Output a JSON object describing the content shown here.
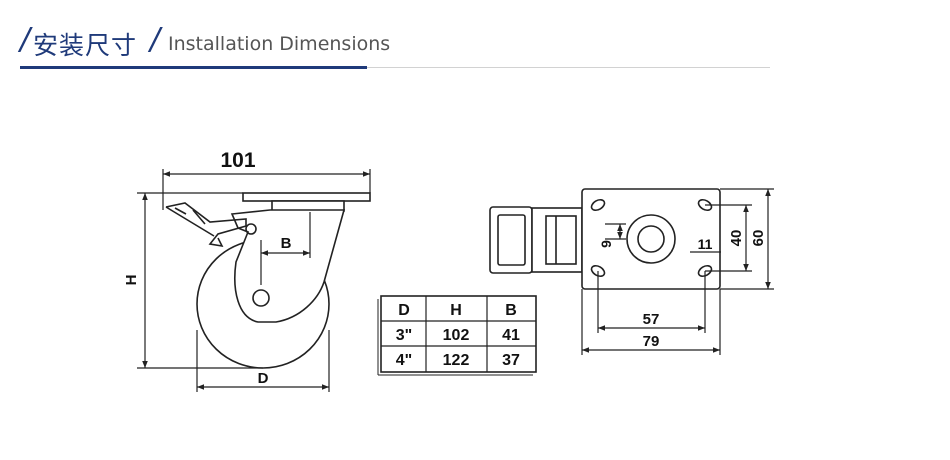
{
  "header": {
    "title_cn": "安装尺寸",
    "title_en": "Installation Dimensions"
  },
  "colors": {
    "accent": "#1f3a7a",
    "line": "#222222",
    "rule": "#d2d2d2"
  },
  "side_view": {
    "width_label": "101",
    "h_label": "H",
    "b_label": "B",
    "d_label": "D"
  },
  "table": {
    "headers": [
      "D",
      "H",
      "B"
    ],
    "rows": [
      [
        "3\"",
        "102",
        "41"
      ],
      [
        "4\"",
        "122",
        "37"
      ]
    ]
  },
  "top_plate": {
    "dim_57": "57",
    "dim_79": "79",
    "dim_9": "9",
    "dim_11": "11",
    "dim_40": "40",
    "dim_60": "60"
  }
}
